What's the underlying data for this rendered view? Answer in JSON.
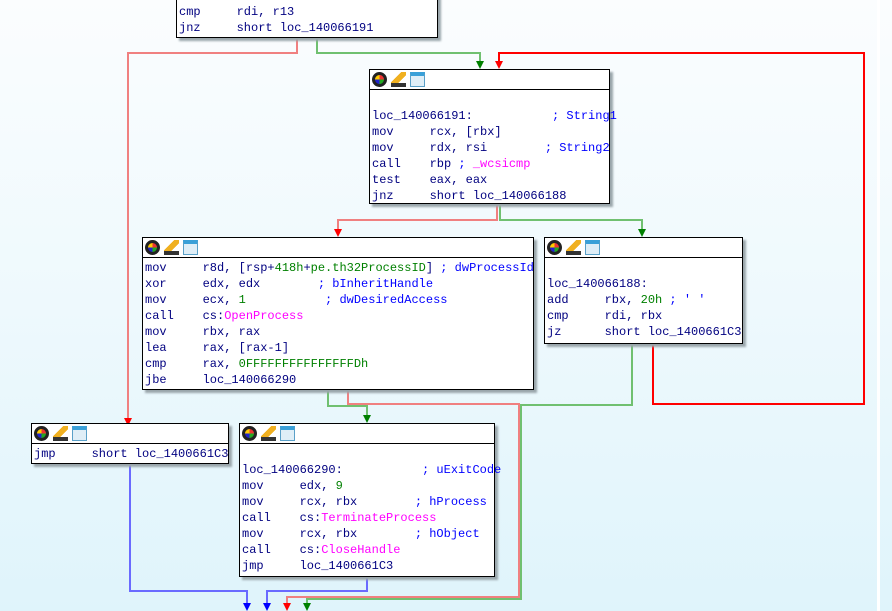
{
  "colors": {
    "true_edge": "#008000",
    "false_edge": "#ff0000",
    "jump_edge": "#0000ff",
    "selected_false": "#ff0000"
  },
  "header_icons": [
    "color-icon",
    "edit-icon",
    "graph-overview-icon"
  ],
  "blocks": [
    {
      "id": "block-top",
      "lines": [
        [
          [
            "cmp     ",
            "i"
          ],
          [
            "rdi, r13",
            "o"
          ]
        ],
        [
          [
            "jnz     ",
            "i"
          ],
          [
            "short loc_140066191",
            "o"
          ]
        ]
      ]
    },
    {
      "id": "block-loc_140066191",
      "lines": [
        [],
        [
          [
            "loc_140066191:           ",
            "l"
          ],
          [
            "; String1",
            "c"
          ]
        ],
        [
          [
            "mov     ",
            "i"
          ],
          [
            "rcx, [rbx]",
            "o"
          ]
        ],
        [
          [
            "mov     ",
            "i"
          ],
          [
            "rdx, rsi        ",
            "o"
          ],
          [
            "; String2",
            "c"
          ]
        ],
        [
          [
            "call    ",
            "i"
          ],
          [
            "rbp ",
            "o"
          ],
          [
            "; ",
            "c"
          ],
          [
            "_wcsicmp",
            "f"
          ]
        ],
        [
          [
            "test    ",
            "i"
          ],
          [
            "eax, eax",
            "o"
          ]
        ],
        [
          [
            "jnz     ",
            "i"
          ],
          [
            "short loc_140066188",
            "o"
          ]
        ]
      ]
    },
    {
      "id": "block-openprocess",
      "lines": [
        [
          [
            "mov     ",
            "i"
          ],
          [
            "r8d, [rsp+",
            "o"
          ],
          [
            "418h",
            "n"
          ],
          [
            "+",
            "o"
          ],
          [
            "pe.th32ProcessID",
            "n"
          ],
          [
            "] ",
            "o"
          ],
          [
            "; dwProcessId",
            "c"
          ]
        ],
        [
          [
            "xor     ",
            "i"
          ],
          [
            "edx, edx        ",
            "o"
          ],
          [
            "; bInheritHandle",
            "c"
          ]
        ],
        [
          [
            "mov     ",
            "i"
          ],
          [
            "ecx, ",
            "o"
          ],
          [
            "1",
            "n"
          ],
          [
            "           ",
            "o"
          ],
          [
            "; dwDesiredAccess",
            "c"
          ]
        ],
        [
          [
            "call    ",
            "i"
          ],
          [
            "cs:",
            "o"
          ],
          [
            "OpenProcess",
            "f"
          ]
        ],
        [
          [
            "mov     ",
            "i"
          ],
          [
            "rbx, rax",
            "o"
          ]
        ],
        [
          [
            "lea     ",
            "i"
          ],
          [
            "rax, [rax-1]",
            "o"
          ]
        ],
        [
          [
            "cmp     ",
            "i"
          ],
          [
            "rax, ",
            "o"
          ],
          [
            "0FFFFFFFFFFFFFFFDh",
            "n"
          ]
        ],
        [
          [
            "jbe     ",
            "i"
          ],
          [
            "loc_140066290",
            "o"
          ]
        ]
      ]
    },
    {
      "id": "block-loc_140066188",
      "lines": [
        [],
        [
          [
            "loc_140066188:",
            "l"
          ]
        ],
        [
          [
            "add     ",
            "i"
          ],
          [
            "rbx, ",
            "o"
          ],
          [
            "20h",
            "n"
          ],
          [
            " ; ' '",
            "c"
          ]
        ],
        [
          [
            "cmp     ",
            "i"
          ],
          [
            "rdi, rbx",
            "o"
          ]
        ],
        [
          [
            "jz      ",
            "i"
          ],
          [
            "short loc_1400661C3",
            "o"
          ]
        ]
      ]
    },
    {
      "id": "block-jmp",
      "lines": [
        [
          [
            "jmp     ",
            "i"
          ],
          [
            "short loc_1400661C3",
            "o"
          ]
        ]
      ]
    },
    {
      "id": "block-loc_140066290",
      "lines": [
        [],
        [
          [
            "loc_140066290:           ",
            "l"
          ],
          [
            "; uExitCode",
            "c"
          ]
        ],
        [
          [
            "mov     ",
            "i"
          ],
          [
            "edx, ",
            "o"
          ],
          [
            "9",
            "n"
          ]
        ],
        [
          [
            "mov     ",
            "i"
          ],
          [
            "rcx, rbx        ",
            "o"
          ],
          [
            "; hProcess",
            "c"
          ]
        ],
        [
          [
            "call    ",
            "i"
          ],
          [
            "cs:",
            "o"
          ],
          [
            "TerminateProcess",
            "f"
          ]
        ],
        [
          [
            "mov     ",
            "i"
          ],
          [
            "rcx, rbx        ",
            "o"
          ],
          [
            "; hObject",
            "c"
          ]
        ],
        [
          [
            "call    ",
            "i"
          ],
          [
            "cs:",
            "o"
          ],
          [
            "CloseHandle",
            "f"
          ]
        ],
        [
          [
            "jmp     ",
            "i"
          ],
          [
            "loc_1400661C3",
            "o"
          ]
        ]
      ]
    }
  ]
}
